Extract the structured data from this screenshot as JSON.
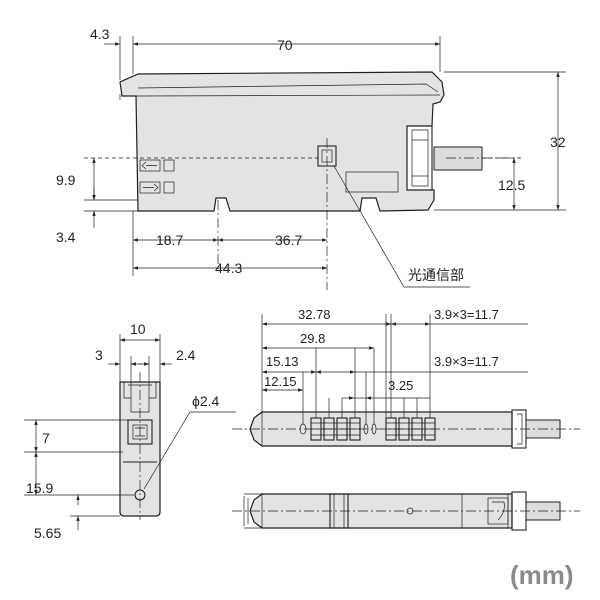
{
  "unit_label": "(mm)",
  "side_view": {
    "dim_overhang": "4.3",
    "dim_length": "70",
    "dim_height": "32",
    "dim_cable_height": "12.5",
    "dim_indicator_height": "9.9",
    "dim_base": "3.4",
    "dim_rail_left": "18.7",
    "dim_rail_right": "36.7",
    "dim_indicator_pos": "44.3",
    "callout_label": "光通信部"
  },
  "end_view": {
    "dim_width": "10",
    "dim_left": "3",
    "dim_right": "2.4",
    "dim_diameter": "ϕ2.4",
    "dim_connector": "7",
    "dim_hole_height": "15.9",
    "dim_hole_base": "5.65"
  },
  "top_view": {
    "dim_digits_left": "32.78",
    "dim_pitch_top": "3.9×3=11.7",
    "dim_29": "29.8",
    "dim_15": "15.13",
    "dim_pitch_mid": "3.9×3=11.7",
    "dim_12": "12.15",
    "dim_3": "3.25"
  }
}
